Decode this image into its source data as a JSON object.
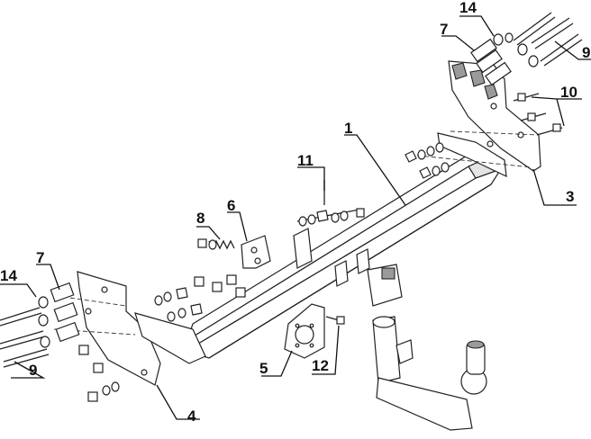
{
  "diagram": {
    "callouts": {
      "c1": "1",
      "c3": "3",
      "c4": "4",
      "c5": "5",
      "c6": "6",
      "c7_right": "7",
      "c7_left": "7",
      "c8": "8",
      "c9_right": "9",
      "c9_left": "9",
      "c10": "10",
      "c11": "11",
      "c12": "12",
      "c14_right": "14",
      "c14_left": "14"
    }
  }
}
